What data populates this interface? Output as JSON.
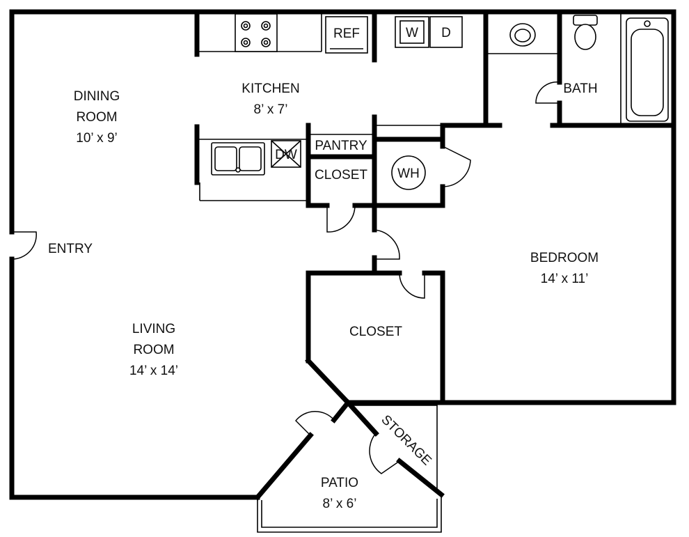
{
  "floorplan": {
    "rooms": {
      "dining": {
        "name": [
          "DINING",
          "ROOM"
        ],
        "size": "10’ x 9’"
      },
      "kitchen": {
        "name": [
          "KITCHEN"
        ],
        "size": "8’ x 7’"
      },
      "living": {
        "name": [
          "LIVING",
          "ROOM"
        ],
        "size": "14’ x 14’"
      },
      "bedroom": {
        "name": [
          "BEDROOM"
        ],
        "size": "14’ x 11’"
      },
      "patio": {
        "name": [
          "PATIO"
        ],
        "size": "8’ x 6’"
      },
      "bath": {
        "name": [
          "BATH"
        ]
      },
      "pantry": {
        "name": [
          "PANTRY"
        ]
      },
      "closet_hall": {
        "name": [
          "CLOSET"
        ]
      },
      "closet_bedroom": {
        "name": [
          "CLOSET"
        ]
      },
      "storage": {
        "name": [
          "STORAGE"
        ]
      },
      "entry": {
        "name": [
          "ENTRY"
        ]
      }
    },
    "fixtures": {
      "refrigerator": "REF",
      "washer": "W",
      "dryer": "D",
      "dishwasher": "DW",
      "water_heater": "WH"
    }
  }
}
